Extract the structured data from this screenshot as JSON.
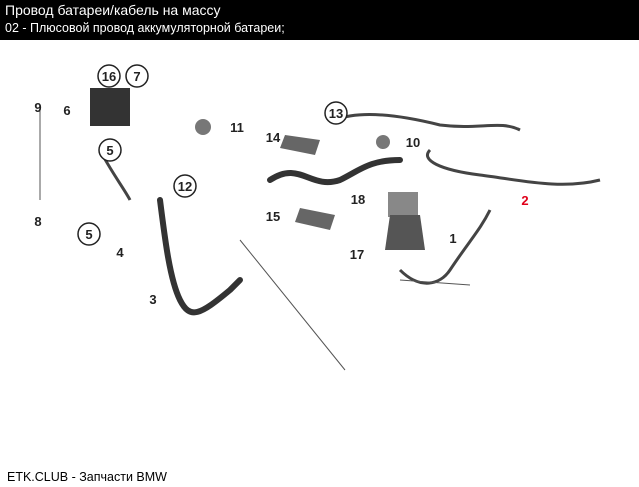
{
  "header": {
    "title": "Провод батареи/кабель на массу",
    "subtitle": "02 - Плюсовой провод аккумуляторной батареи;"
  },
  "footer": {
    "text": "ETK.CLUB - Запчасти BMW"
  },
  "parts": [
    {
      "n": "9",
      "circled": false
    },
    {
      "n": "6",
      "circled": false
    },
    {
      "n": "16",
      "circled": true
    },
    {
      "n": "7",
      "circled": true
    },
    {
      "n": "11",
      "circled": false
    },
    {
      "n": "5",
      "circled": true
    },
    {
      "n": "12",
      "circled": true
    },
    {
      "n": "8",
      "circled": false
    },
    {
      "n": "5",
      "circled": true
    },
    {
      "n": "4",
      "circled": false
    },
    {
      "n": "3",
      "circled": false
    },
    {
      "n": "14",
      "circled": false
    },
    {
      "n": "13",
      "circled": true
    },
    {
      "n": "10",
      "circled": false
    },
    {
      "n": "18",
      "circled": false
    },
    {
      "n": "15",
      "circled": false
    },
    {
      "n": "17",
      "circled": false
    },
    {
      "n": "1",
      "circled": false
    },
    {
      "n": "2",
      "circled": false,
      "highlight": true
    }
  ],
  "colors": {
    "highlight": "#e0001a"
  }
}
